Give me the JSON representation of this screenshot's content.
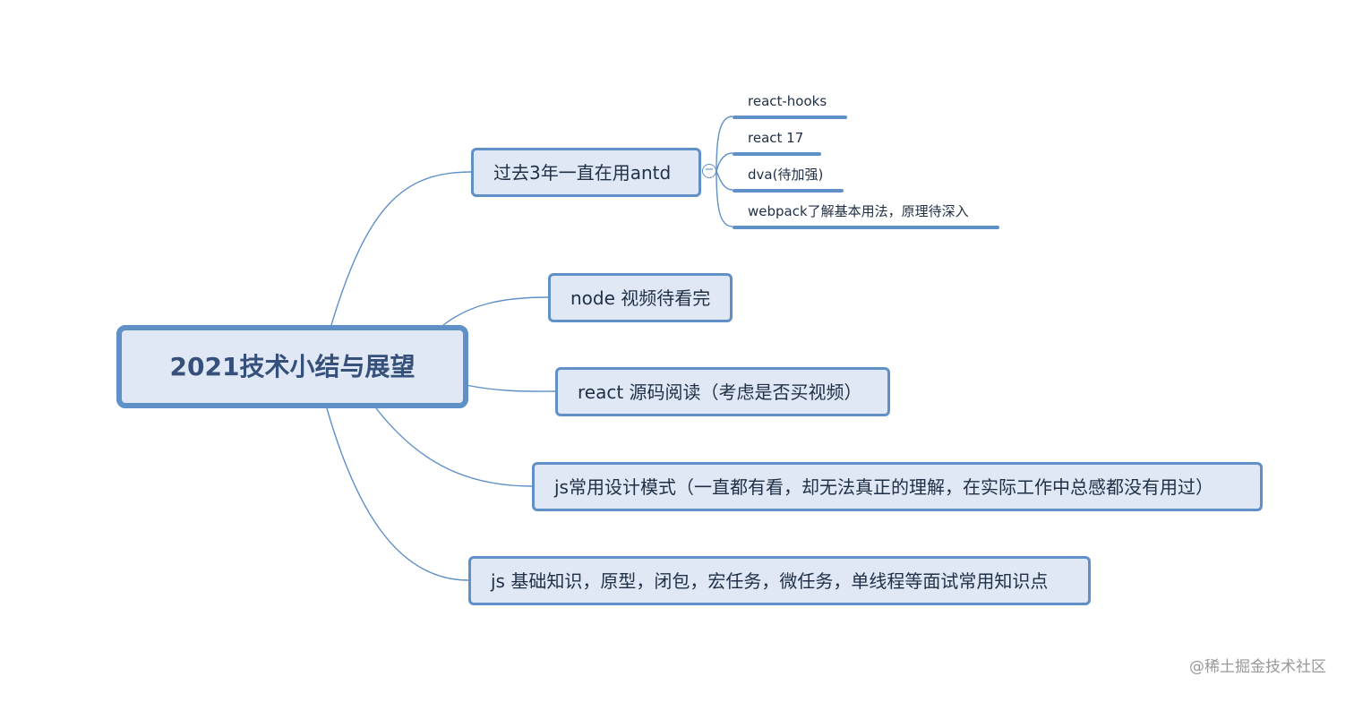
{
  "mindmap": {
    "root": {
      "title": "2021技术小结与展望"
    },
    "branches": [
      {
        "label": "过去3年一直在用antd",
        "collapse_symbol": "−",
        "children": [
          "react-hooks",
          "react 17",
          "dva(待加强)",
          "webpack了解基本用法，原理待深入"
        ]
      },
      {
        "label": "node 视频待看完"
      },
      {
        "label": "react 源码阅读（考虑是否买视频）"
      },
      {
        "label": "js常用设计模式（一直都有看，却无法真正的理解，在实际工作中总感都没有用过）"
      },
      {
        "label": "js 基础知识，原型，闭包，宏任务，微任务，单线程等面试常用知识点"
      }
    ]
  },
  "watermark": "@稀土掘金技术社区",
  "colors": {
    "node_border": "#5f90c8",
    "node_fill": "#dfe8f4",
    "root_text": "#35507a",
    "text": "#1f2f46",
    "watermark": "#999999"
  },
  "icons": {
    "collapse": "collapse-icon"
  }
}
